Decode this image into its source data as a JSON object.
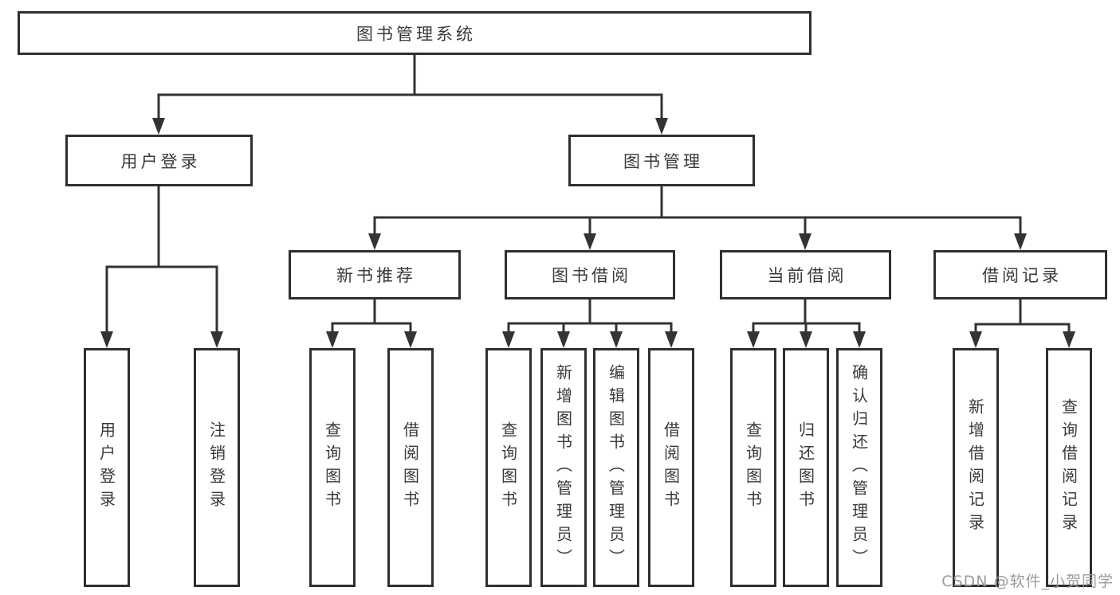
{
  "colors": {
    "line": "#333333",
    "box_border": "#2f2f2f",
    "box_fill": "#ffffff",
    "text": "#3a3a3a",
    "watermark": "#9c9c9c",
    "background": "#ffffff"
  },
  "tree": {
    "root": {
      "label": "图书管理系统"
    },
    "branches": [
      {
        "label": "用户登录",
        "children": [
          {
            "label": "用户登录"
          },
          {
            "label": "注销登录"
          }
        ]
      },
      {
        "label": "图书管理",
        "children": [
          {
            "label": "新书推荐",
            "children": [
              {
                "label": "查询图书"
              },
              {
                "label": "借阅图书"
              }
            ]
          },
          {
            "label": "图书借阅",
            "children": [
              {
                "label": "查询图书"
              },
              {
                "label": "新增图书（管理员）"
              },
              {
                "label": "编辑图书（管理员）"
              },
              {
                "label": "借阅图书"
              }
            ]
          },
          {
            "label": "当前借阅",
            "children": [
              {
                "label": "查询图书"
              },
              {
                "label": "归还图书"
              },
              {
                "label": "确认归还（管理员）"
              }
            ]
          },
          {
            "label": "借阅记录",
            "children": [
              {
                "label": "新增借阅记录"
              },
              {
                "label": "查询借阅记录"
              }
            ]
          }
        ]
      }
    ]
  },
  "watermark": {
    "text": "CSDN @软件_小贺同学"
  }
}
